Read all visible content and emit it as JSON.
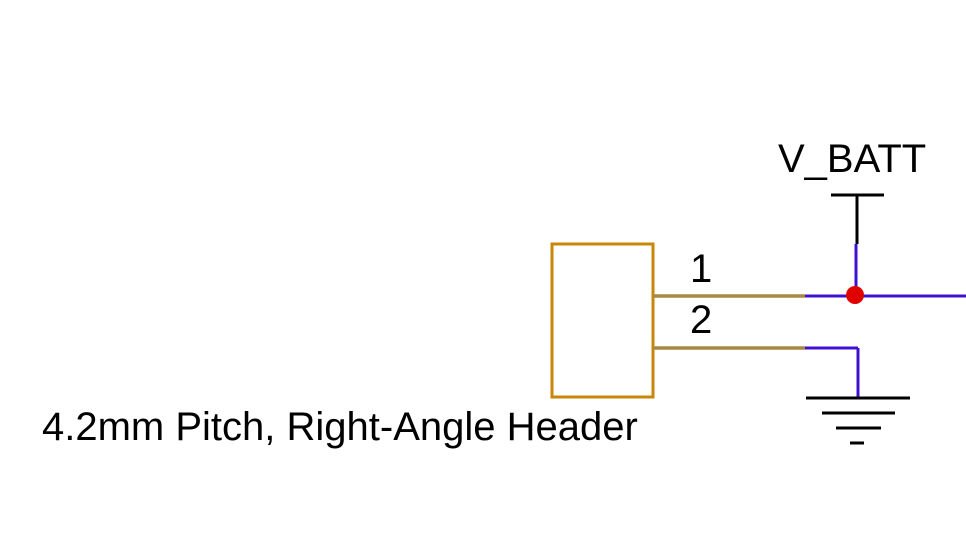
{
  "schematic": {
    "net_label": "V_BATT",
    "pin_numbers": [
      "1",
      "2"
    ],
    "part_description": "4.2mm Pitch, Right-Angle Header",
    "colors": {
      "part": "#C8860A",
      "pin_wire": "#A88840",
      "net_wire": "#4010D0",
      "junction": "#E00000",
      "symbol": "#000000",
      "background": "#FFFFFF"
    }
  }
}
